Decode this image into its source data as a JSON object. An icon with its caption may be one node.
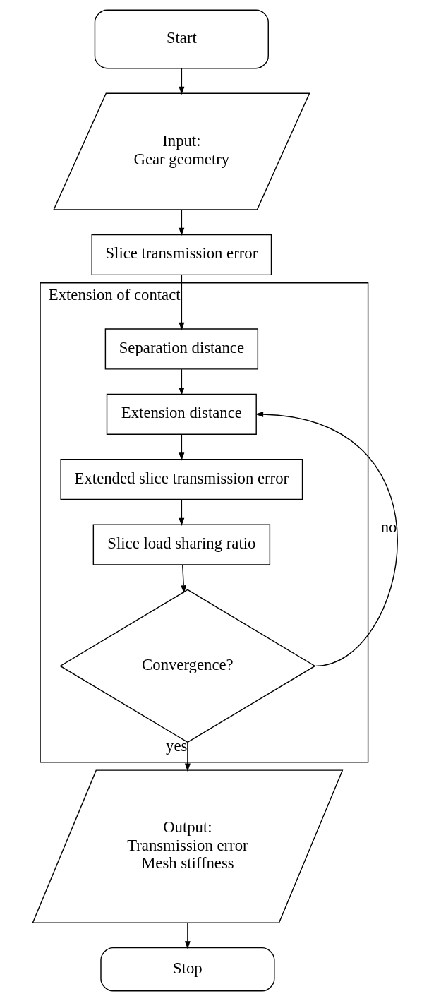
{
  "diagram": {
    "nodes": [
      {
        "text": [
          "Start"
        ]
      },
      {
        "text": [
          "Input:",
          "Gear geometry"
        ]
      },
      {
        "text": [
          "Slice transmission error"
        ]
      },
      {
        "text": [
          "Extension of contact"
        ]
      },
      {
        "text": [
          "Separation distance"
        ],
        "in": 3
      },
      {
        "text": [
          "Extension distance"
        ],
        "in": 3
      },
      {
        "text": [
          "Extended slice transmission error"
        ],
        "in": 3
      },
      {
        "text": [
          "Slice load sharing ratio"
        ],
        "in": 3
      },
      {
        "text": [
          "Convergence?"
        ],
        "in": 3
      },
      {
        "text": [
          "Output:",
          "Transmission error",
          "Mesh stiffness"
        ]
      },
      {
        "text": [
          "Stop"
        ]
      }
    ],
    "edges": [
      {
        "from": 0,
        "to": 1,
        "arrow": "to"
      },
      {
        "from": 1,
        "to": 2,
        "arrow": "to"
      },
      {
        "from": 2,
        "to": 4,
        "arrow": "to"
      },
      {
        "from": 4,
        "to": 5,
        "arrow": "to"
      },
      {
        "from": 5,
        "to": 6,
        "arrow": "to"
      },
      {
        "from": 6,
        "to": 7,
        "arrow": "to"
      },
      {
        "from": 7,
        "to": 8,
        "arrow": "to"
      },
      {
        "from": 8,
        "to": 5,
        "arrow": "to",
        "label": "no"
      },
      {
        "from": 8,
        "to": 9,
        "arrow": "to",
        "label": "yes"
      },
      {
        "from": 9,
        "to": 10,
        "arrow": "to"
      }
    ]
  }
}
